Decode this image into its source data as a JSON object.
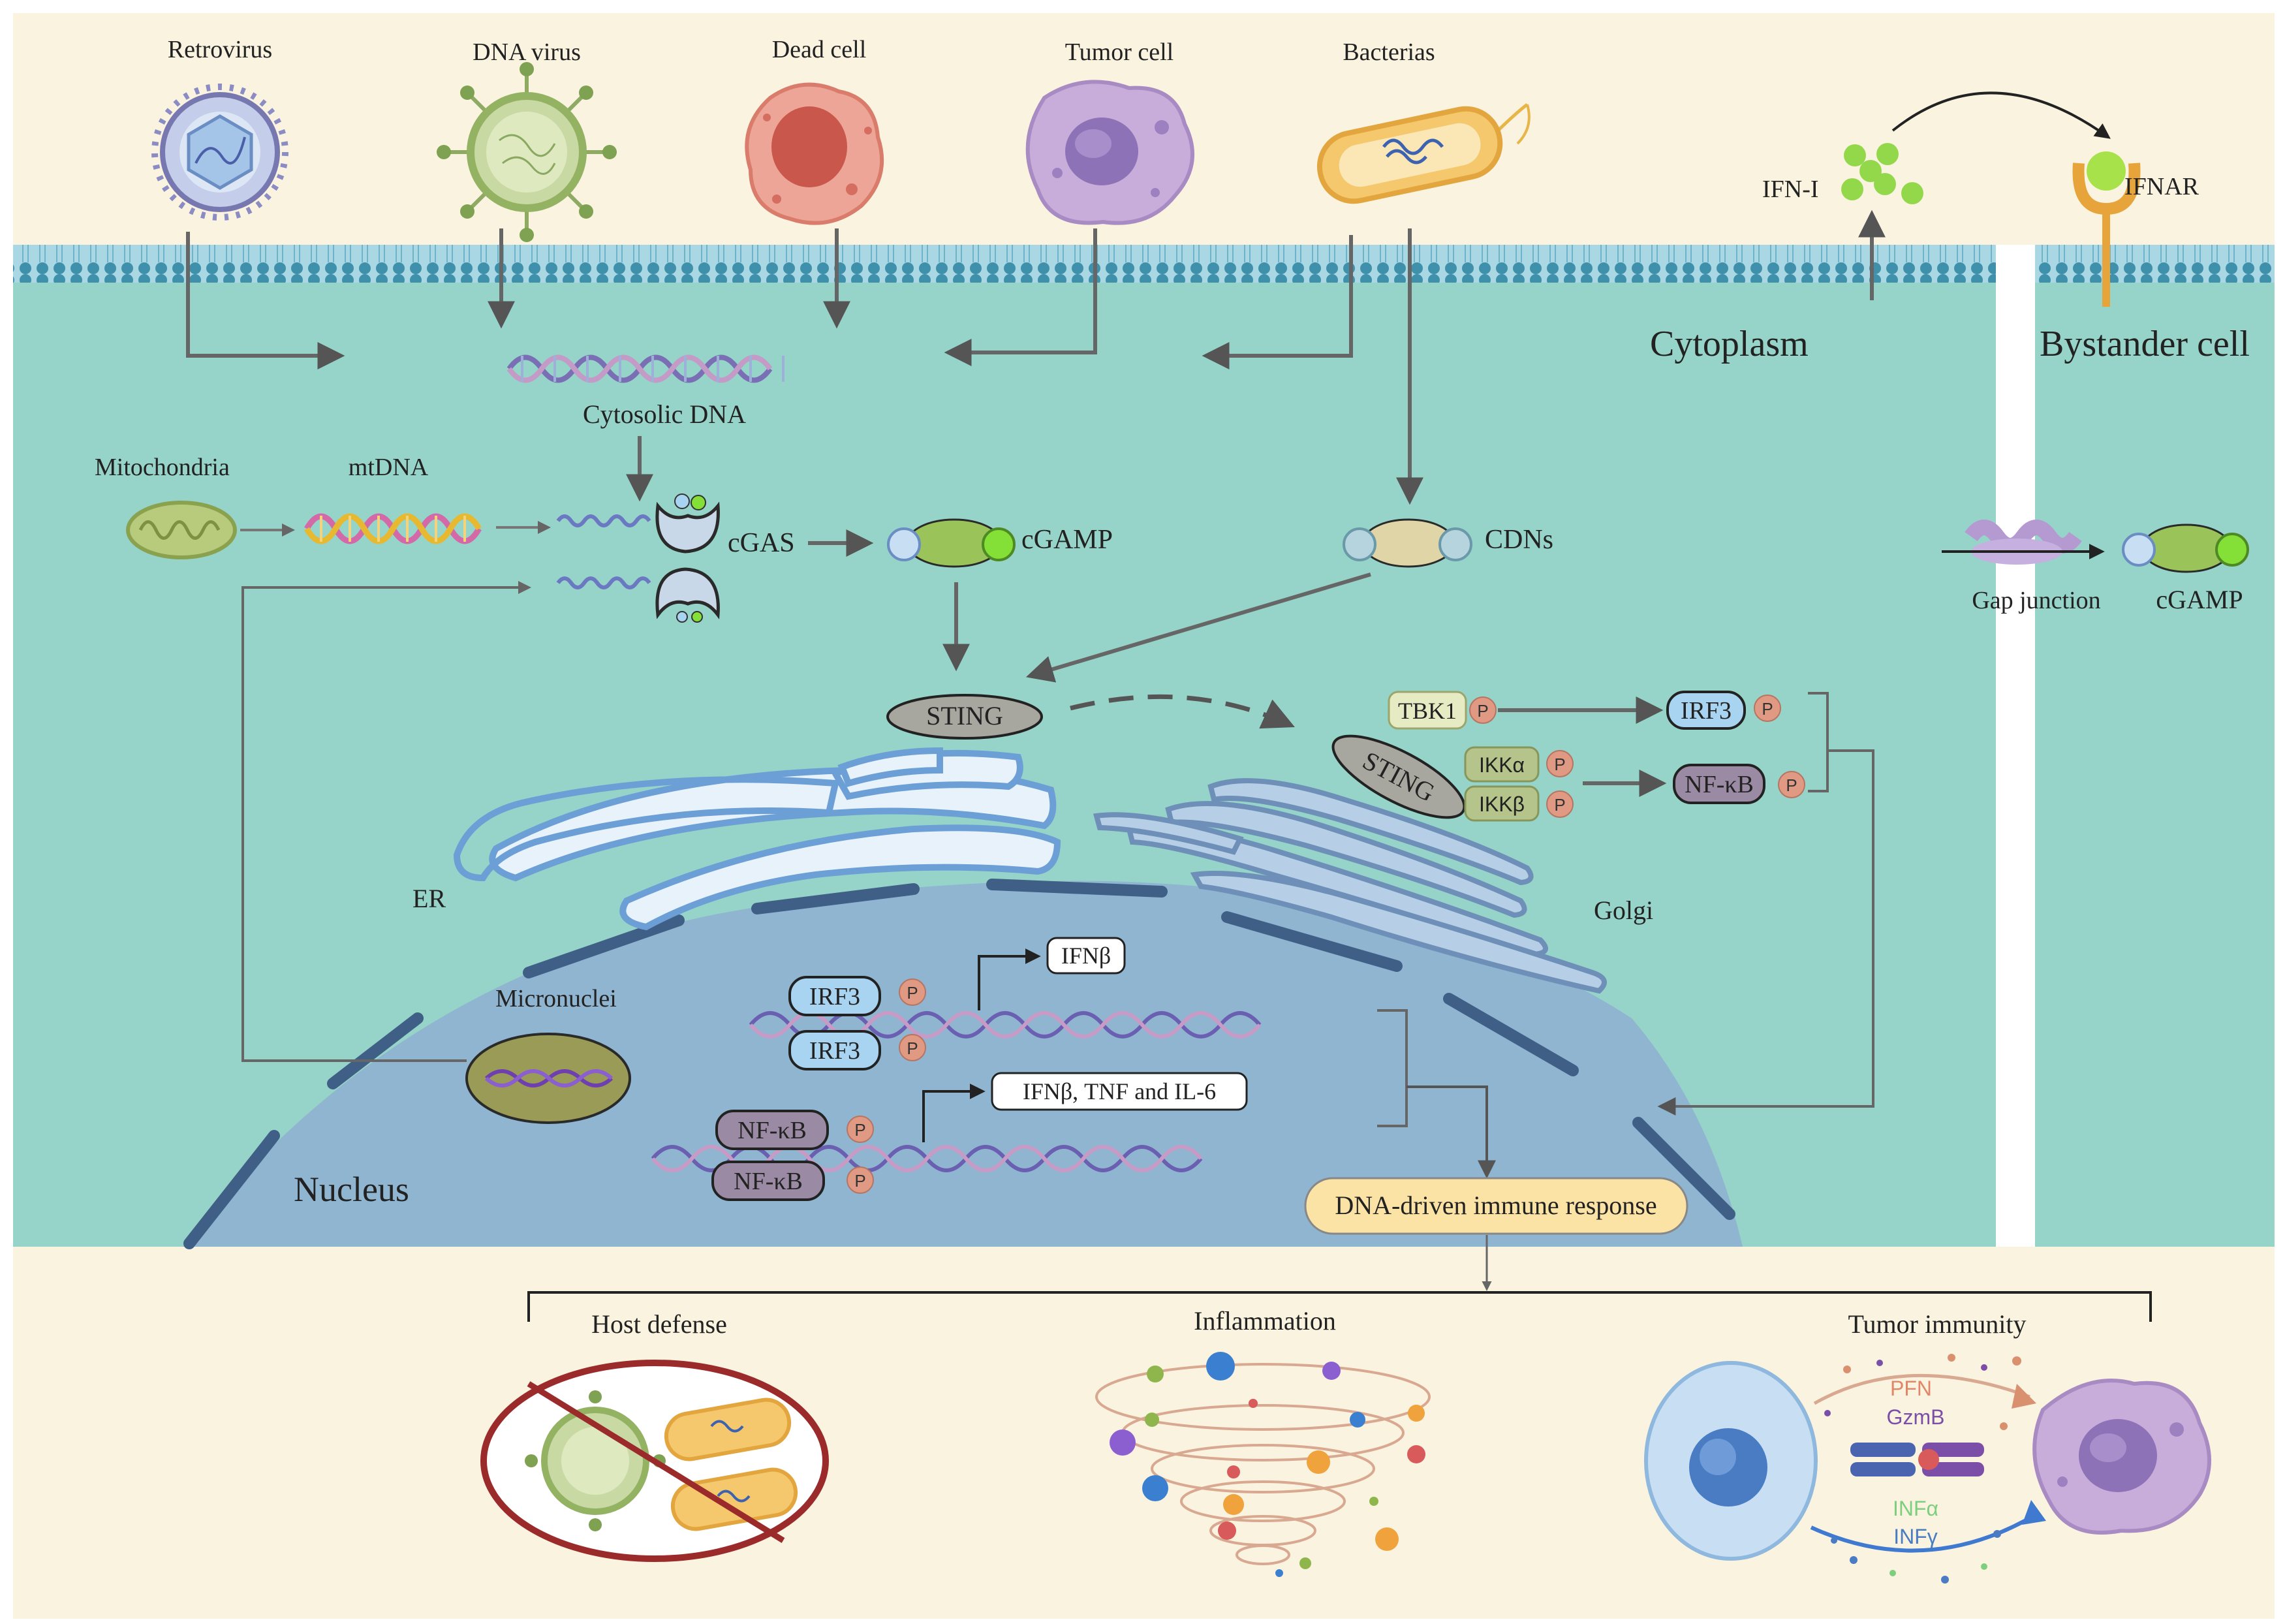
{
  "labels": {
    "retrovirus": "Retrovirus",
    "dna_virus": "DNA virus",
    "dead_cell": "Dead cell",
    "tumor_cell": "Tumor cell",
    "bacterias": "Bacterias",
    "ifn_i": "IFN-I",
    "ifnar": "IFNAR",
    "cytoplasm": "Cytoplasm",
    "bystander_cell": "Bystander cell",
    "cytosolic_dna": "Cytosolic DNA",
    "mitochondria": "Mitochondria",
    "mtdna": "mtDNA",
    "cgas": "cGAS",
    "cgamp": "cGAMP",
    "cdns": "CDNs",
    "gap_junction": "Gap junction",
    "cgamp_bystander": "cGAMP",
    "sting_top": "STING",
    "sting_complex": "STING",
    "tbk1": "TBK1",
    "irf3_cyto": "IRF3",
    "ikka": "IKKα",
    "ikkb": "IKKβ",
    "nfkb_cyto": "NF-κB",
    "phospho": "P",
    "er": "ER",
    "golgi": "Golgi",
    "micronuclei": "Micronuclei",
    "nucleus": "Nucleus",
    "irf3_n1": "IRF3",
    "irf3_n2": "IRF3",
    "ifnb": "IFNβ",
    "nfkb_n1": "NF-κB",
    "nfkb_n2": "NF-κB",
    "ifnb_tnf_il6": "IFNβ, TNF and IL-6",
    "immune_response": "DNA-driven immune response",
    "host_defense": "Host defense",
    "inflammation": "Inflammation",
    "tumor_immunity": "Tumor immunity",
    "pfn": "PFN",
    "gzmb": "GzmB",
    "infa": "INFα",
    "infg": "INFγ"
  },
  "colors": {
    "extracellular": "#faf3e0",
    "cytoplasm": "#96d3c8",
    "nucleus": "#8fb5d0",
    "nuclear_envelope": "#3f5f86",
    "membrane": "#3e8da6",
    "arrow": "#666666",
    "phospho": "#e09a84",
    "irf3": "#a8d4f2",
    "nfkb": "#9b8aa3",
    "tbk1": "#e6ebc4",
    "ikk": "#b4c48a",
    "sting": "#a7a7a0",
    "cgamp_body": "#9ac45a",
    "cgamp_green": "#84e036",
    "response_box": "#fbe3a6"
  }
}
